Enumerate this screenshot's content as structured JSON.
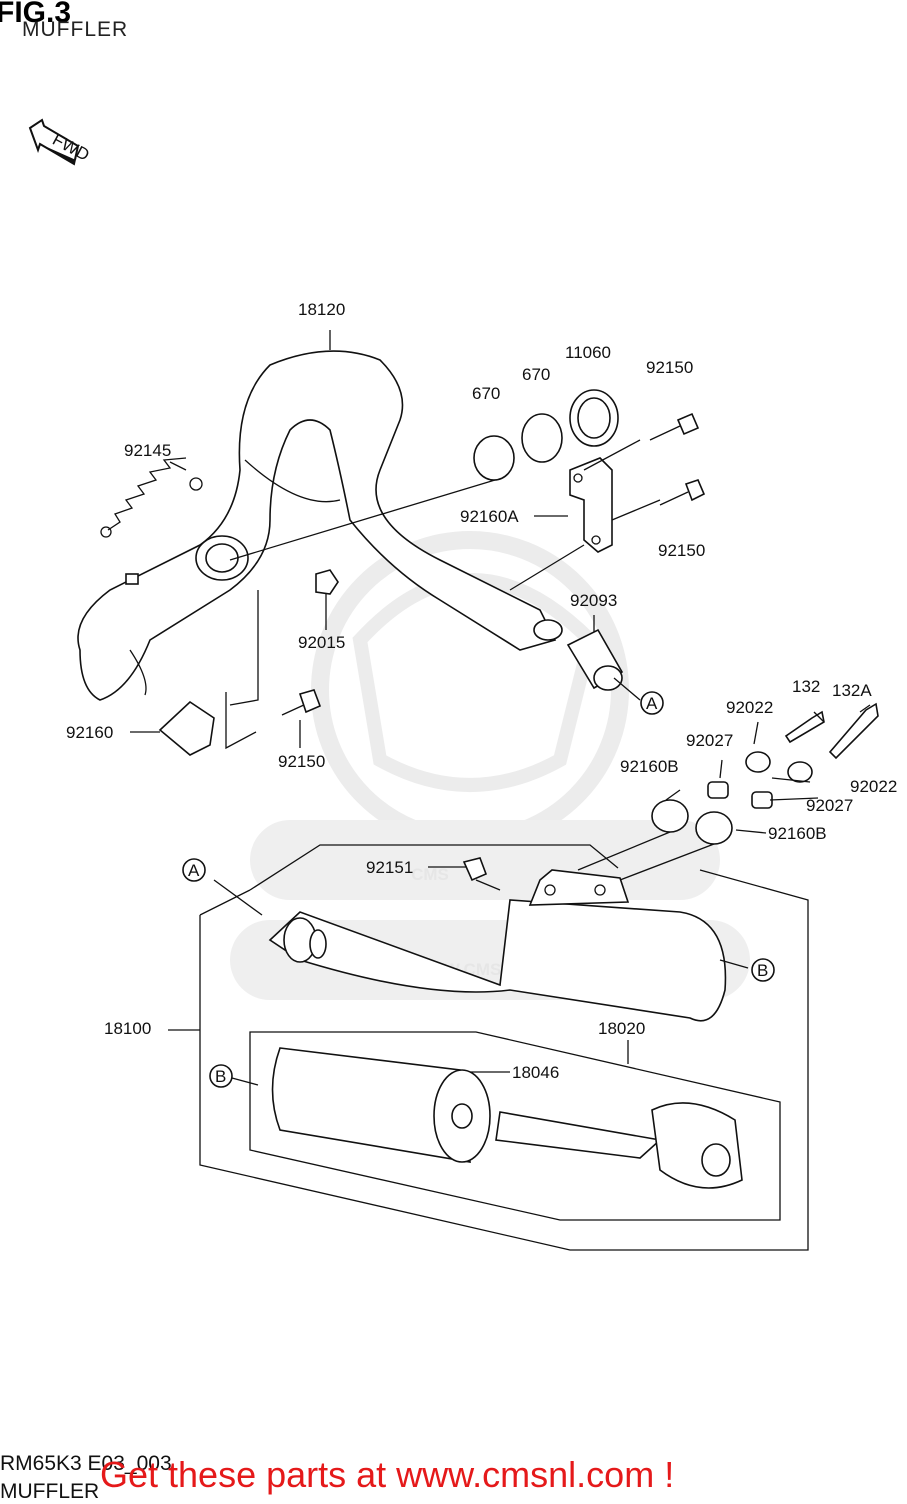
{
  "header": {
    "figure": "FIG.3",
    "title": "MUFFLER",
    "fwd": "FWD"
  },
  "watermark": {
    "site": "WWW.CMSNL.COM",
    "logo": "CMS"
  },
  "parts": {
    "p18120": "18120",
    "p92145": "92145",
    "p670a": "670",
    "p670b": "670",
    "p11060": "11060",
    "p92150a": "92150",
    "p92160A": "92160A",
    "p92150b": "92150",
    "p92093": "92093",
    "p92015": "92015",
    "p92160": "92160",
    "p92150c": "92150",
    "p132": "132",
    "p132A": "132A",
    "p92022a": "92022",
    "p92027a": "92027",
    "p92022b": "92022",
    "p92160Ba": "92160B",
    "p92027b": "92027",
    "p92160Bb": "92160B",
    "p92151": "92151",
    "p18100": "18100",
    "p18020": "18020",
    "p18046": "18046"
  },
  "callouts": {
    "a1": "A",
    "a2": "A",
    "b1": "B",
    "b2": "B"
  },
  "footer": {
    "code": "RM65K3 E03_003",
    "name": "MUFFLER",
    "promo": "Get these parts at www.cmsnl.com !"
  }
}
